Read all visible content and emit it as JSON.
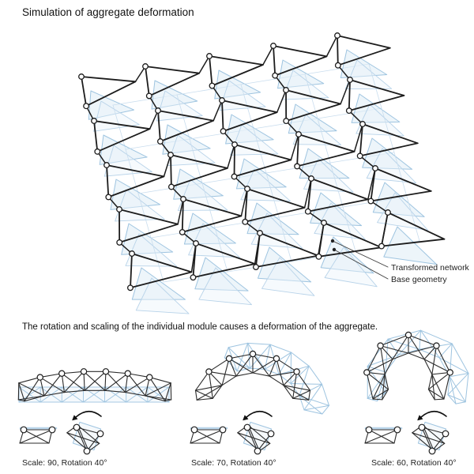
{
  "title": "Simulation of aggregate deformation",
  "caption": "The rotation and scaling of the individual module causes a deformation of the aggregate.",
  "annotations": {
    "transformed": "Transformed network",
    "base": "Base geometry"
  },
  "variants": [
    {
      "label": "Scale: 90, Rotation 40°",
      "scale": 90,
      "rotation": 40
    },
    {
      "label": "Scale: 70, Rotation 40°",
      "scale": 70,
      "rotation": 40
    },
    {
      "label": "Scale: 60, Rotation 40°",
      "scale": 60,
      "rotation": 40
    }
  ],
  "colors": {
    "network": "#1c1c1c",
    "truss": "#2b2b2b",
    "base_stroke": "#9ec4e0",
    "base_stroke_light": "#b8d3e9",
    "base_fill": "#dcebf6",
    "base_fill_light": "#ecf4fa",
    "node_fill": "#ffffff",
    "leader": "#3a3a3a",
    "text": "#111111"
  }
}
